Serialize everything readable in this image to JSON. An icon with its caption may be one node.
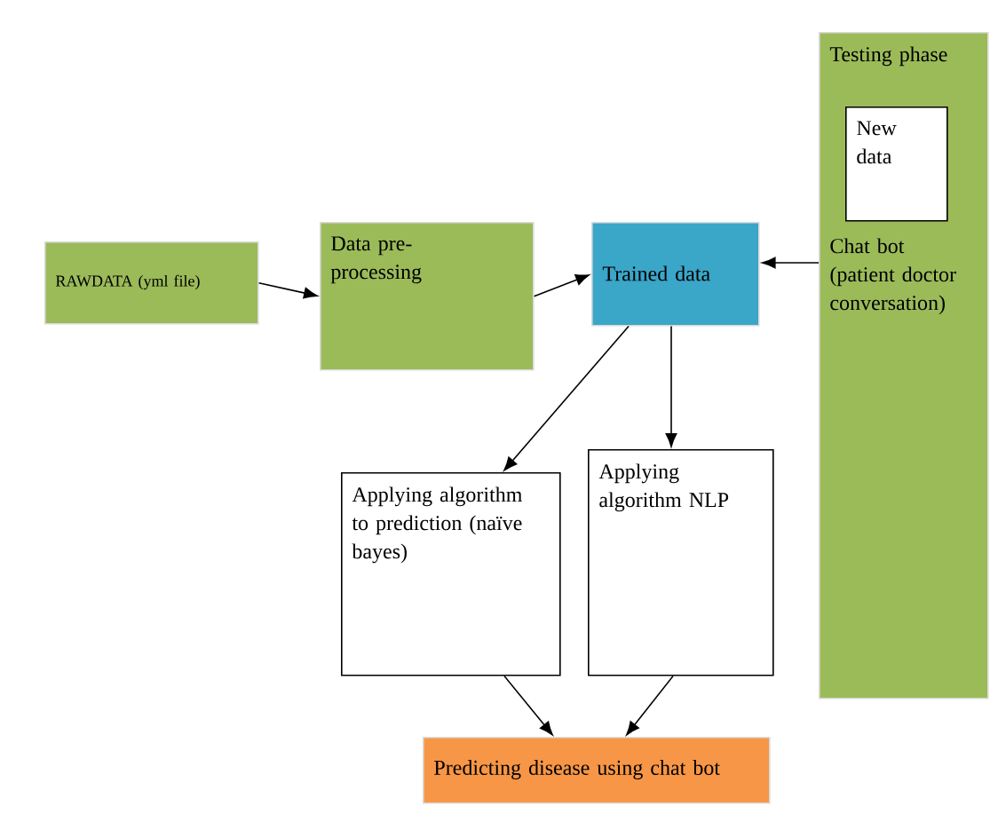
{
  "diagram": {
    "nodes": [
      {
        "text": [
          "RAWDATA (yml file)"
        ]
      },
      {
        "text": [
          "Data pre-processing"
        ]
      },
      {
        "text": [
          "Trained data"
        ]
      },
      {
        "text": [
          "Testing phase",
          "Chat bot (patient doctor conversation)"
        ]
      },
      {
        "text": [
          "New data"
        ],
        "in": 3
      },
      {
        "text": [
          "Applying algorithm to prediction (naïve bayes)"
        ]
      },
      {
        "text": [
          "Applying algorithm NLP"
        ]
      },
      {
        "text": [
          "Predicting disease using chat bot"
        ]
      }
    ],
    "edges": [
      {
        "from": 0,
        "to": 1,
        "arrow": "to"
      },
      {
        "from": 1,
        "to": 2,
        "arrow": "to"
      },
      {
        "from": 3,
        "to": 2,
        "arrow": "to"
      },
      {
        "from": 2,
        "to": 5,
        "arrow": "to"
      },
      {
        "from": 2,
        "to": 6,
        "arrow": "to"
      },
      {
        "from": 5,
        "to": 7,
        "arrow": "to"
      },
      {
        "from": 6,
        "to": 7,
        "arrow": "to"
      }
    ]
  }
}
